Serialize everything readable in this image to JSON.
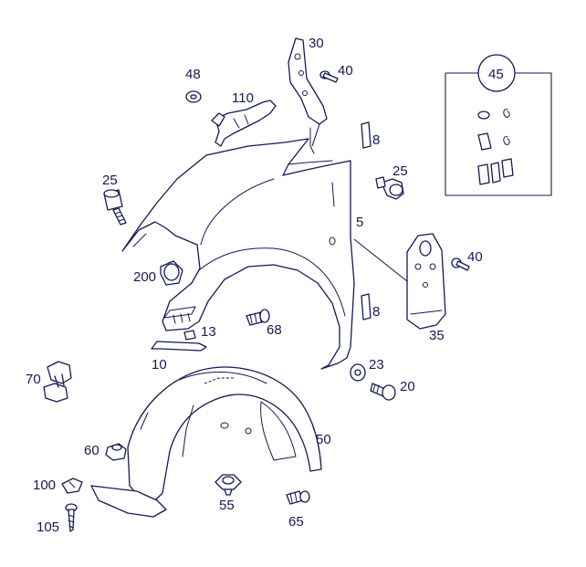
{
  "colors": {
    "ink": "#141a55",
    "background": "#ffffff"
  },
  "labels": {
    "p5": "5",
    "p8a": "8",
    "p8b": "8",
    "p10": "10",
    "p13": "13",
    "p20": "20",
    "p23": "23",
    "p25a": "25",
    "p25b": "25",
    "p30": "30",
    "p35": "35",
    "p40a": "40",
    "p40b": "40",
    "p45": "45",
    "p48": "48",
    "p50": "50",
    "p55": "55",
    "p60": "60",
    "p65": "65",
    "p68": "68",
    "p70": "70",
    "p100": "100",
    "p105": "105",
    "p110": "110",
    "p200": "200"
  }
}
